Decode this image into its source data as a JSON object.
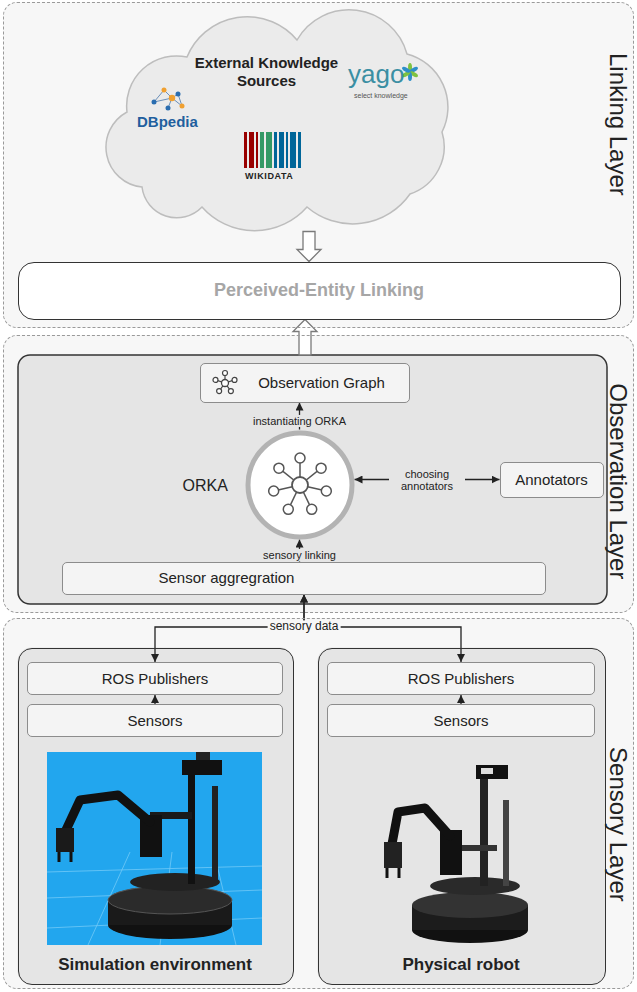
{
  "diagram": {
    "nodes": [
      {
        "text": [
          "Linking Layer"
        ]
      },
      {
        "text": [
          "External Knowledge Sources"
        ],
        "in": 0
      },
      {
        "text": [
          "Perceived-Entity Linking"
        ],
        "in": 0
      },
      {
        "text": [
          "Observation Layer"
        ]
      },
      {
        "text": [
          "Observation Graph"
        ],
        "in": 3
      },
      {
        "text": [
          "ORKA"
        ],
        "in": 3
      },
      {
        "text": [
          "Annotators"
        ],
        "in": 3
      },
      {
        "text": [
          "Sensor aggregration"
        ],
        "in": 3
      },
      {
        "text": [
          "Sensory Layer"
        ]
      },
      {
        "text": [
          "Simulation environment"
        ],
        "in": 8
      },
      {
        "text": [
          "ROS Publishers"
        ],
        "in": 9
      },
      {
        "text": [
          "Sensors"
        ],
        "in": 9
      },
      {
        "text": [
          "Physical robot"
        ],
        "in": 8
      },
      {
        "text": [
          "ROS Publishers"
        ],
        "in": 12
      },
      {
        "text": [
          "Sensors"
        ],
        "in": 12
      }
    ],
    "edges": [
      {
        "from": 1,
        "to": 2,
        "arrow": "to"
      },
      {
        "from": 3,
        "to": 2,
        "arrow": "to"
      },
      {
        "from": 5,
        "to": 4,
        "label": "instantiating ORKA",
        "arrow": "to"
      },
      {
        "from": 5,
        "to": 6,
        "label": "choosing annotators",
        "arrow": "both"
      },
      {
        "from": 7,
        "to": 5,
        "label": "sensory linking",
        "arrow": "to"
      },
      {
        "from": 10,
        "to": 7,
        "label": "sensory data",
        "arrow": "both"
      },
      {
        "from": 13,
        "to": 7,
        "arrow": "both"
      },
      {
        "from": 11,
        "to": 10,
        "arrow": "to"
      },
      {
        "from": 14,
        "to": 13,
        "arrow": "to"
      }
    ],
    "labels": [
      "DBpedia",
      "yago",
      "select knowledge",
      "WIKIDATA"
    ]
  }
}
